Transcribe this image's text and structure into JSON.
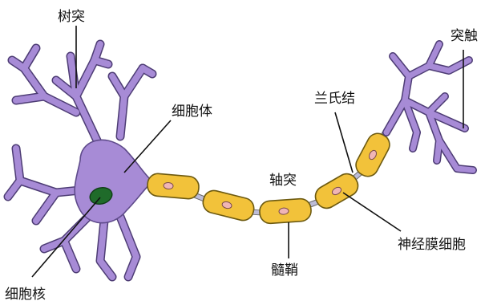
{
  "labels": {
    "dendrite": "树突",
    "cell_body": "细胞体",
    "nucleus": "细胞核",
    "axon": "轴突",
    "node_of_ranvier": "兰氏结",
    "axon_terminal": "突触",
    "schwann_cell": "神经膜细胞",
    "myelin_sheath": "髓鞘"
  },
  "colors": {
    "soma": "#a78bd6",
    "nucleus": "#1f6b2a",
    "myelin": "#f2c23a",
    "schwann_nucleus": "#f0b5b5"
  }
}
